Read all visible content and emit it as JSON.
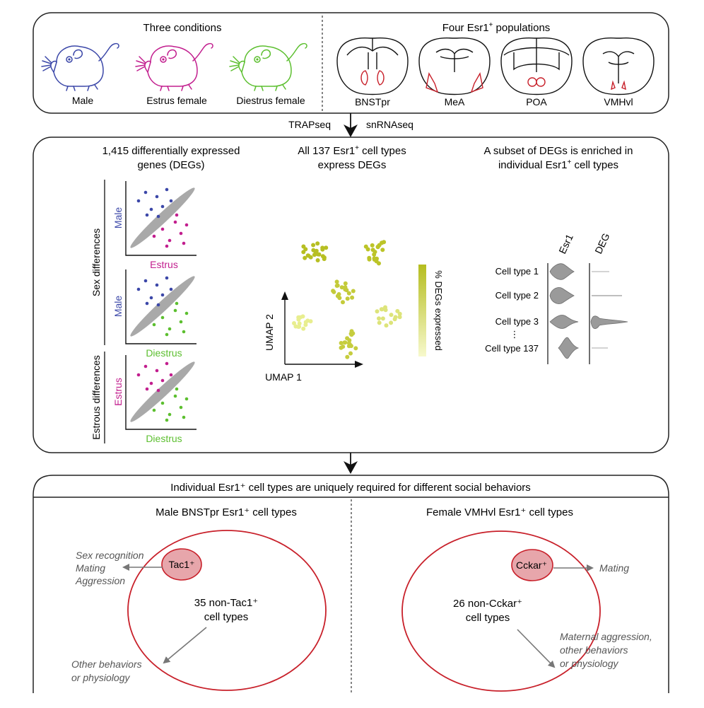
{
  "panel1": {
    "left_title": "Three conditions",
    "right_title_prefix": "Four Esr1",
    "right_title_sup": "+",
    "right_title_suffix": " populations",
    "conditions": [
      {
        "label": "Male",
        "color": "#3b47a8"
      },
      {
        "label": "Estrus female",
        "color": "#c21e8e"
      },
      {
        "label": "Diestrus female",
        "color": "#5cbf2f"
      }
    ],
    "regions": [
      "BNSTpr",
      "MeA",
      "POA",
      "VMHvl"
    ]
  },
  "methods": {
    "left": "TRAPseq",
    "right": "snRNAseq"
  },
  "panel2": {
    "col1_title_line1": "1,415 differentially expressed",
    "col1_title_line2": "genes (DEGs)",
    "col2_title_line1_pre": "All 137 Esr1",
    "col2_title_line1_sup": "+",
    "col2_title_line1_post": " cell types",
    "col2_title_line2": "express DEGs",
    "col3_title_line1": "A subset of DEGs is enriched in",
    "col3_title_line2_pre": "individual Esr1",
    "col3_title_line2_sup": "+",
    "col3_title_line2_post": " cell types",
    "sex_differences": "Sex differences",
    "estrous_differences": "Estrous differences",
    "scatter_plots": [
      {
        "ylabel": "Male",
        "xlabel": "Estrus",
        "ycolor": "#3b47a8",
        "xcolor": "#c21e8e"
      },
      {
        "ylabel": "Male",
        "xlabel": "Diestrus",
        "ycolor": "#3b47a8",
        "xcolor": "#5cbf2f"
      },
      {
        "ylabel": "Estrus",
        "xlabel": "Diestrus",
        "ycolor": "#c21e8e",
        "xcolor": "#5cbf2f"
      }
    ],
    "umap_x": "UMAP 1",
    "umap_y": "UMAP 2",
    "colorbar_label": "% DEGs expressed",
    "violin_headers": [
      "Esr1",
      "DEG"
    ],
    "cell_types": [
      "Cell type 1",
      "Cell type 2",
      "Cell type 3",
      "Cell type 137"
    ],
    "ellipsis": "⋮"
  },
  "panel3": {
    "title": "Individual Esr1⁺ cell types are uniquely required for different social behaviors",
    "left_heading": "Male BNSTpr Esr1⁺ cell types",
    "right_heading": "Female VMHvl Esr1⁺ cell types",
    "left_marker": "Tac1⁺",
    "right_marker": "Cckar⁺",
    "left_count_line1": "35 non-Tac1⁺",
    "left_count_line2": "cell types",
    "right_count_line1": "26 non-Cckar⁺",
    "right_count_line2": "cell types",
    "left_behaviors": [
      "Sex recognition",
      "Mating",
      "Aggression"
    ],
    "left_other": [
      "Other behaviors",
      "or physiology"
    ],
    "right_behaviors": [
      "Mating"
    ],
    "right_other": [
      "Maternal aggression,",
      "other behaviors",
      "or physiology"
    ]
  },
  "colors": {
    "male": "#3b47a8",
    "estrus": "#c21e8e",
    "diestrus": "#5cbf2f",
    "circle": "#c8202a",
    "marker_fill": "#e7a6ab",
    "violin": "#9a9a9a",
    "umap_dark": "#b5bd1f",
    "umap_light": "#f4f7b8"
  }
}
